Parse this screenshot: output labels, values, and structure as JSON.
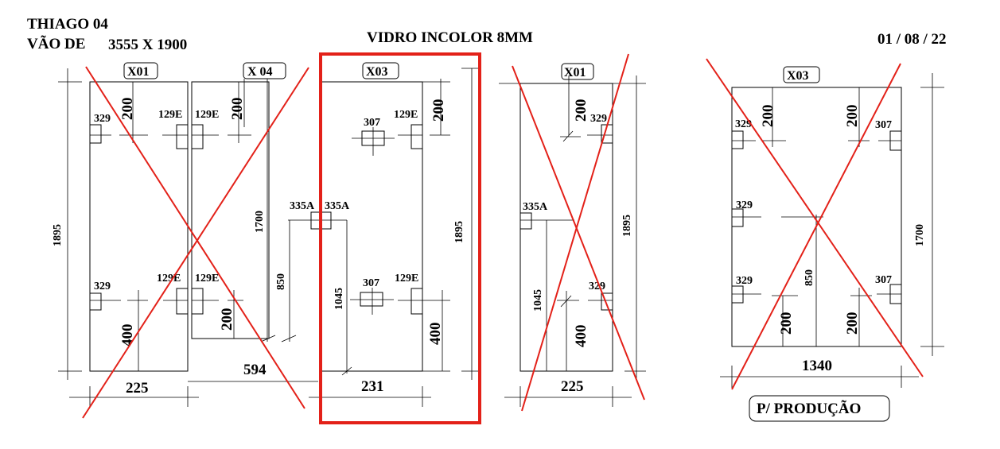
{
  "header": {
    "client_line": "THIAGO  04",
    "opening_label": "VÃO DE",
    "opening_value": "3555  X 1900",
    "glass_spec": "VIDRO INCOLOR 8MM",
    "date": "01 / 08 / 22"
  },
  "stamp": "P/ PRODUÇÃO",
  "colors": {
    "strike": "#e32119",
    "highlight": "#e32119",
    "ink": "#000000"
  },
  "panels": [
    {
      "tag": "X01",
      "height_dim": "1895",
      "width_dim": "225",
      "hole_labels": [
        "329",
        "129E",
        "329",
        "129E"
      ],
      "dims": [
        "200",
        "400"
      ],
      "crossed_out": true
    },
    {
      "tag": "X 04",
      "height_dim": "1700",
      "hole_labels": [
        "129E",
        "129E",
        "335A"
      ],
      "dims": [
        "200",
        "850",
        "200"
      ],
      "crossed_out": true
    },
    {
      "tag": "X03",
      "height_dim": "1895",
      "width_dim": "231",
      "hole_labels": [
        "307",
        "129E",
        "335A",
        "307",
        "129E"
      ],
      "dims": [
        "200",
        "1045",
        "400"
      ],
      "highlighted": true
    },
    {
      "tag": "X01",
      "height_dim": "1895",
      "width_dim": "225",
      "hole_labels": [
        "329",
        "335A",
        "329"
      ],
      "dims": [
        "200",
        "1045",
        "400"
      ],
      "crossed_out": true
    },
    {
      "tag": "X03",
      "height_dim": "1700",
      "width_dim": "1340",
      "hole_labels": [
        "329",
        "307",
        "329",
        "329",
        "307"
      ],
      "dims": [
        "200",
        "200",
        "850",
        "200",
        "200"
      ],
      "crossed_out": true
    }
  ],
  "overall_dim": "594"
}
